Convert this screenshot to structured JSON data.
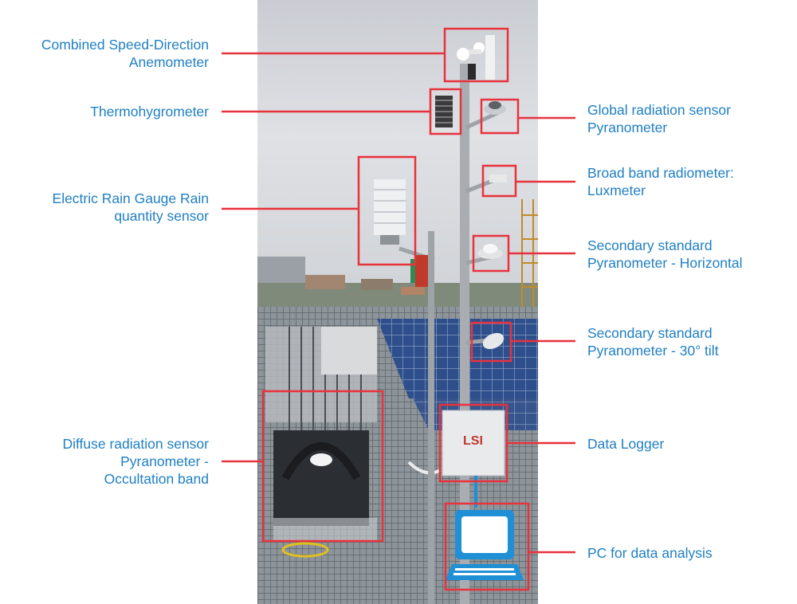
{
  "labels": {
    "anemometer": "Combined Speed-Direction\nAnemometer",
    "thermohygrometer": "Thermohygrometer",
    "rain_gauge": "Electric Rain Gauge Rain\nquantity sensor",
    "diffuse": "Diffuse radiation sensor\nPyranometer -\nOccultation band",
    "global": "Global radiation sensor\nPyranometer",
    "luxmeter": "Broad band radiometer:\nLuxmeter",
    "pyr_horizontal": "Secondary standard\nPyranometer - Horizontal",
    "pyr_tilt": "Secondary standard\nPyranometer - 30° tilt",
    "logger": "Data Logger",
    "pc": "PC for data analysis"
  },
  "logger_brand": "LSI",
  "colors": {
    "label_text": "#1f7fc3",
    "callout": "#e8323c",
    "pc_icon": "#1f8fd6",
    "sky": "#d7dadf"
  }
}
